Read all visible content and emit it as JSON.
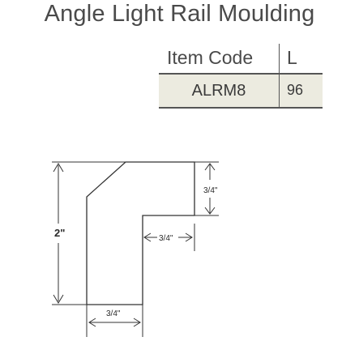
{
  "title": "Angle Light Rail Moulding",
  "table": {
    "headers": [
      "Item  Code",
      "L"
    ],
    "row": {
      "code": "ALRM8",
      "length": "96"
    }
  },
  "drawing": {
    "height_label": "2\"",
    "top_leg_label": "3/4\"",
    "middle_label": "3/4\"",
    "bottom_label": "3/4\""
  }
}
